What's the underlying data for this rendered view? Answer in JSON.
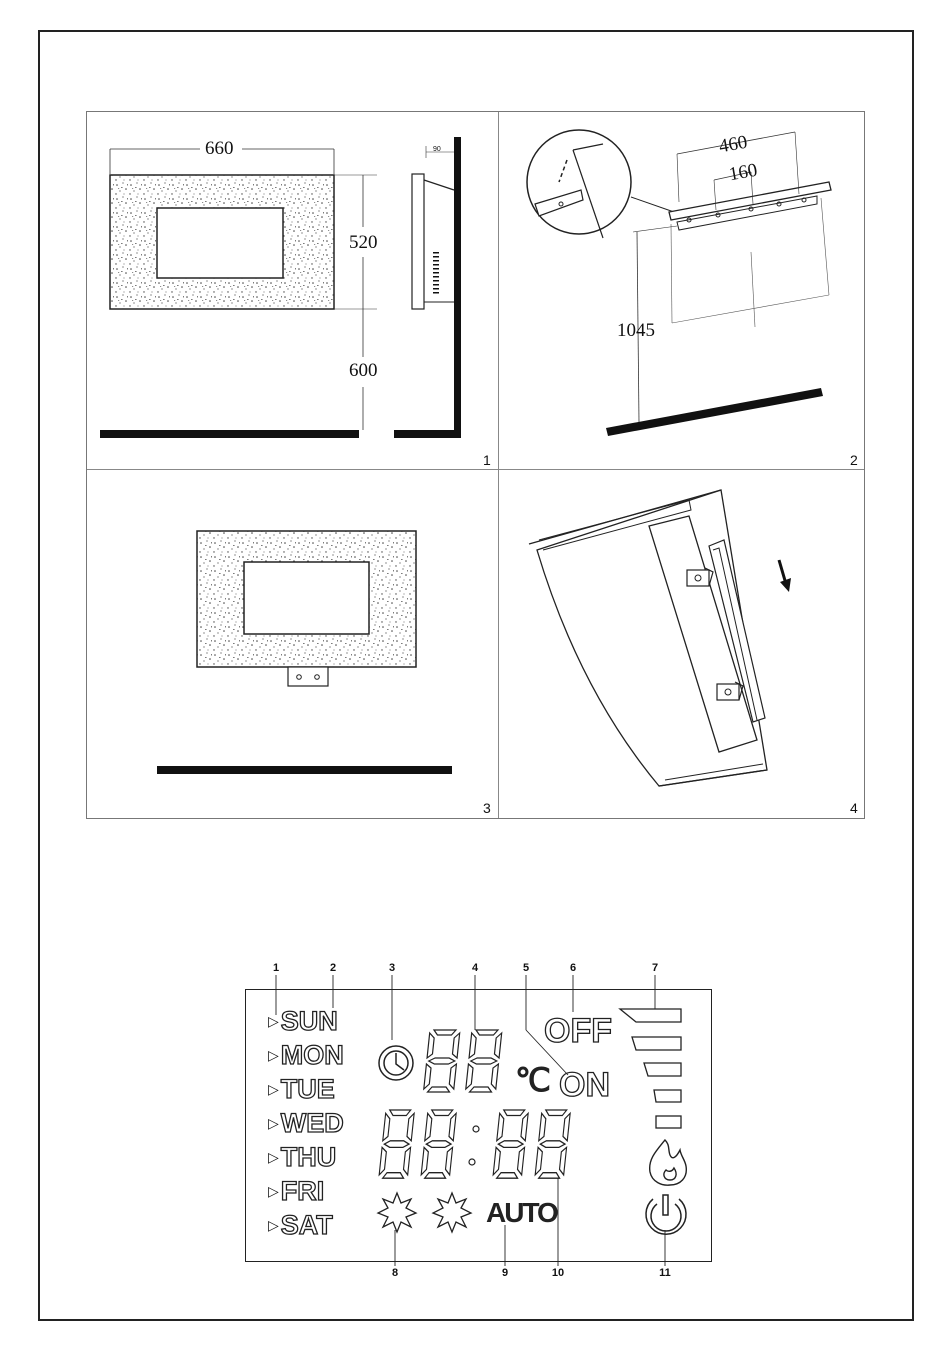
{
  "figures": {
    "panel1": {
      "number": "1",
      "width_label": "660",
      "height_label": "520",
      "floor_label": "600",
      "depth_label": "90"
    },
    "panel2": {
      "number": "2",
      "span_outer": "460",
      "span_inner": "160",
      "height_label": "1045"
    },
    "panel3": {
      "number": "3"
    },
    "panel4": {
      "number": "4"
    }
  },
  "lcd": {
    "callouts": [
      "1",
      "2",
      "3",
      "4",
      "5",
      "6",
      "7",
      "8",
      "9",
      "10",
      "11"
    ],
    "days": [
      "SUN",
      "MON",
      "TUE",
      "WED",
      "THU",
      "FRI",
      "SAT"
    ],
    "day_marker": "▷",
    "temp_unit": "℃",
    "off_label": "OFF",
    "on_label": "ON",
    "auto_label": "AUTO",
    "icons": [
      "clock-icon",
      "sun-icon",
      "sun-icon",
      "flame-icon",
      "power-icon",
      "level-bars-icon"
    ]
  }
}
